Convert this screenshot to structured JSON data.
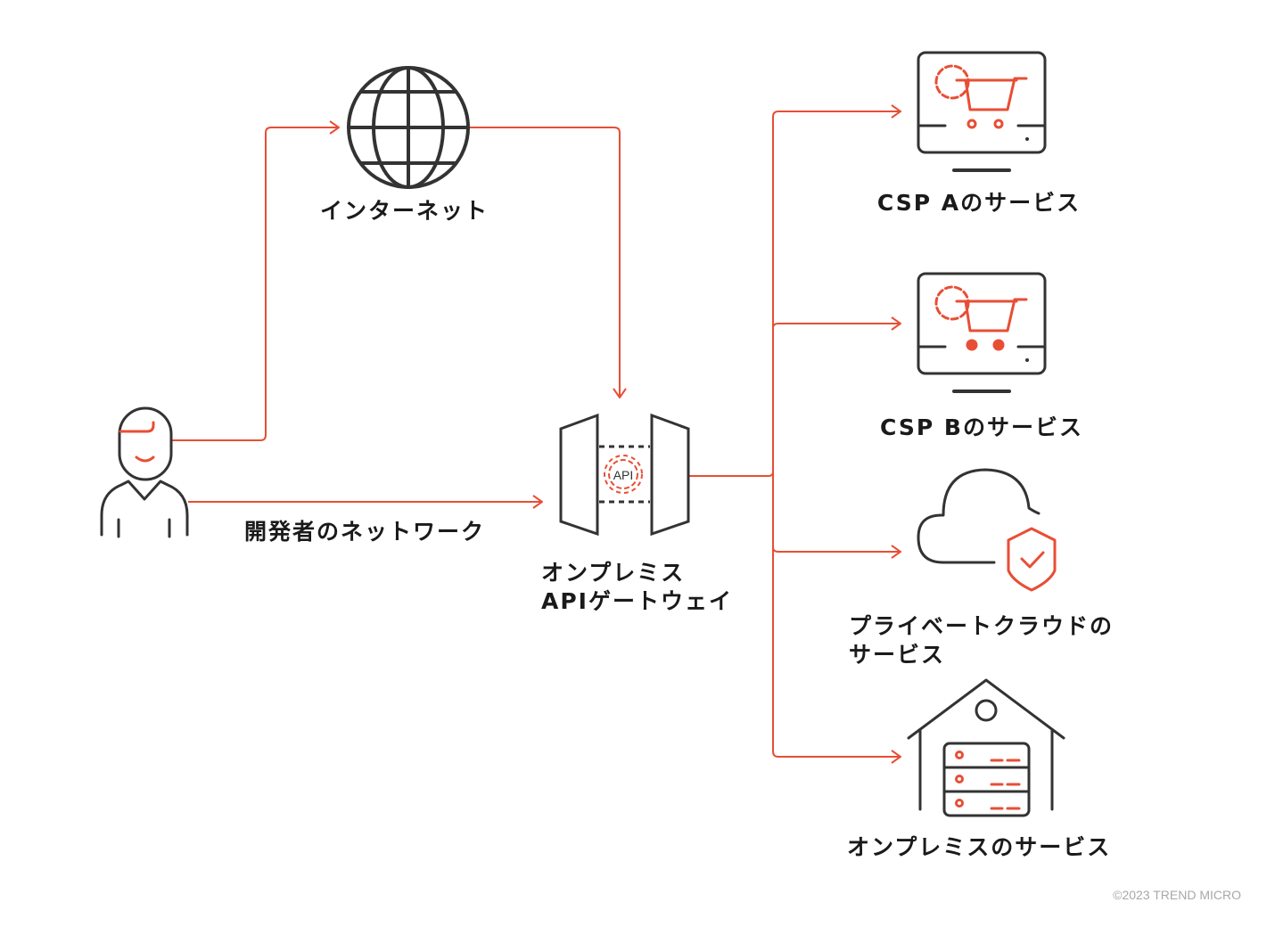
{
  "colors": {
    "accent": "#e84e35",
    "stroke": "#333333",
    "text": "#1a1a1a",
    "muted": "#a8a8a8",
    "background": "#ffffff"
  },
  "nodes": {
    "developer": {
      "label": "",
      "icon": "person-icon"
    },
    "internet": {
      "label": "インターネット",
      "icon": "globe-icon"
    },
    "gateway": {
      "label_line1": "オンプレミス",
      "label_line2": "APIゲートウェイ",
      "icon": "api-gateway-icon",
      "badge": "API"
    },
    "csp_a": {
      "label": "CSP Aのサービス",
      "icon": "monitor-cart-icon"
    },
    "csp_b": {
      "label": "CSP Bのサービス",
      "icon": "monitor-cart-filled-icon"
    },
    "private_cloud": {
      "label_line1": "プライベートクラウドの",
      "label_line2": "サービス",
      "icon": "cloud-shield-icon"
    },
    "on_premise": {
      "label": "オンプレミスのサービス",
      "icon": "warehouse-server-icon"
    }
  },
  "edges": [
    {
      "from": "developer",
      "to": "internet"
    },
    {
      "from": "internet",
      "to": "gateway"
    },
    {
      "from": "developer",
      "to": "gateway",
      "label": "開発者のネットワーク"
    },
    {
      "from": "gateway",
      "to": "csp_a"
    },
    {
      "from": "gateway",
      "to": "csp_b"
    },
    {
      "from": "gateway",
      "to": "private_cloud"
    },
    {
      "from": "gateway",
      "to": "on_premise"
    }
  ],
  "footer": {
    "copyright": "©2023 TREND MICRO"
  }
}
